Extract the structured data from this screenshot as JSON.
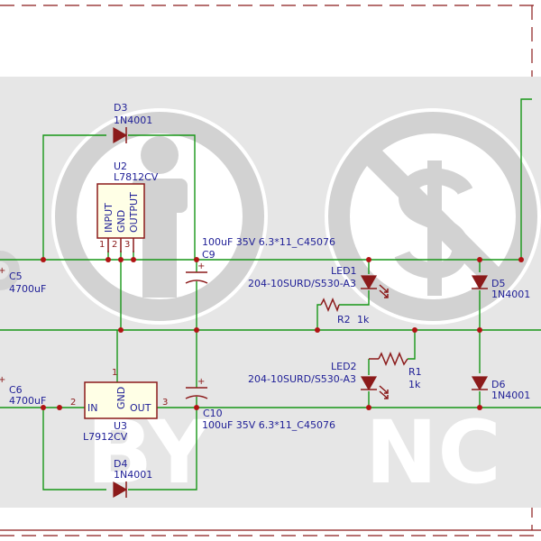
{
  "watermark": {
    "by_text": "BY",
    "nc_text": "NC"
  },
  "colors": {
    "wire": "#179617",
    "component": "#8b1a1a",
    "label": "#1e1e96",
    "watermark_band": "#e6e6e6",
    "watermark_icon": "#d2d2d2"
  },
  "components": {
    "d3": {
      "ref": "D3",
      "value": "1N4001"
    },
    "u2": {
      "ref": "U2",
      "value": "L7812CV",
      "pin_input": "INPUT",
      "pin_gnd": "GND",
      "pin_output": "OUTPUT",
      "pin1": "1",
      "pin2": "2",
      "pin3": "3"
    },
    "c9": {
      "ref": "C9",
      "value": "100uF 35V 6.3*11_C45076"
    },
    "c5": {
      "ref": "C5",
      "value": "4700uF"
    },
    "led1": {
      "ref": "LED1",
      "value": "204-10SURD/S530-A3"
    },
    "r2": {
      "ref": "R2",
      "value": "1k"
    },
    "d5": {
      "ref": "D5",
      "value": "1N4001"
    },
    "c6": {
      "ref": "C6",
      "value": "4700uF"
    },
    "u3": {
      "ref": "U3",
      "value": "L7912CV",
      "pin_gnd": "GND",
      "pin_in": "IN",
      "pin_out": "OUT",
      "pin1": "1",
      "pin2": "2",
      "pin3": "3"
    },
    "c10": {
      "ref": "C10",
      "value": "100uF 35V 6.3*11_C45076"
    },
    "led2": {
      "ref": "LED2",
      "value": "204-10SURD/S530-A3"
    },
    "r1": {
      "ref": "R1",
      "value": "1k"
    },
    "d6": {
      "ref": "D6",
      "value": "1N4001"
    },
    "d4": {
      "ref": "D4",
      "value": "1N4001"
    }
  }
}
